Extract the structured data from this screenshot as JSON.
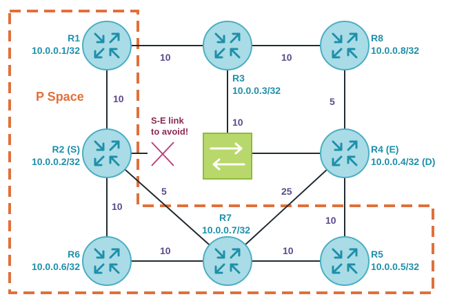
{
  "diagram": {
    "p_space_label": "P Space",
    "note_line1": "S-E link",
    "note_line2": "to avoid!",
    "routers": {
      "r1": {
        "name": "R1",
        "ip": "10.0.0.1/32"
      },
      "r2": {
        "name": "R2 (S)",
        "ip": "10.0.0.2/32"
      },
      "r3": {
        "name": "R3",
        "ip": "10.0.0.3/32"
      },
      "r4": {
        "name": "R4 (E)",
        "ip": "10.0.0.4/32 (D)"
      },
      "r5": {
        "name": "R5",
        "ip": "10.0.0.5/32"
      },
      "r6": {
        "name": "R6",
        "ip": "10.0.0.6/32"
      },
      "r7": {
        "name": "R7",
        "ip": "10.0.0.7/32"
      },
      "r8": {
        "name": "R8",
        "ip": "10.0.0.8/32"
      }
    },
    "costs": {
      "r1_r3": "10",
      "r3_r8": "10",
      "r1_r2": "10",
      "r3_sw": "10",
      "r8_r4": "5",
      "r2_r7": "5",
      "r7_r4": "25",
      "r2_r6": "10",
      "r4_r5": "10",
      "r6_r7": "10",
      "r7_r5": "10"
    },
    "colors": {
      "router_fill": "#a9dce6",
      "router_stroke": "#4aaec4",
      "router_arrows": "#1e8faa",
      "switch_fill": "#b9d86c",
      "switch_stroke": "#8cbc3c",
      "link": "#1f2a30",
      "p_space_border": "#e0703a",
      "q_space_border": "#e0703a",
      "avoid_cross": "#b8427a"
    },
    "icons": {
      "router": "router-icon",
      "switch": "switch-icon",
      "avoid": "cross-icon"
    }
  }
}
